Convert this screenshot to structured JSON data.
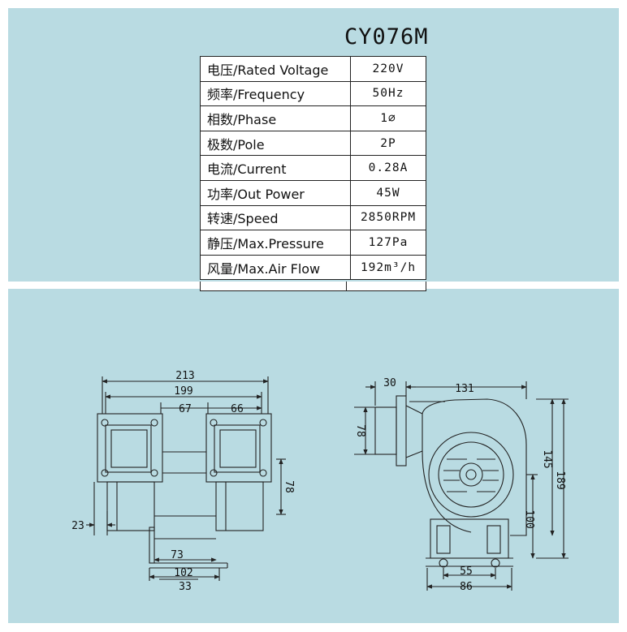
{
  "model": "CY076M",
  "specs": [
    {
      "label": "电压/Rated Voltage",
      "value": "220V"
    },
    {
      "label": "频率/Frequency",
      "value": "50Hz"
    },
    {
      "label": "相数/Phase",
      "value": "1∅"
    },
    {
      "label": "极数/Pole",
      "value": "2P"
    },
    {
      "label": "电流/Current",
      "value": "0.28A"
    },
    {
      "label": "功率/Out Power",
      "value": "45W"
    },
    {
      "label": "转速/Speed",
      "value": "2850RPM"
    },
    {
      "label": "静压/Max.Pressure",
      "value": "127Pa"
    },
    {
      "label": "风量/Max.Air Flow",
      "value": "192m³/h"
    }
  ],
  "dimensions": {
    "front": {
      "overall_width": "213",
      "outer_width": "199",
      "inner_left": "67",
      "inner_right": "66",
      "outlet_height": "78",
      "side_offset": "23",
      "base_width": "73",
      "base_length": "102",
      "foot": "33"
    },
    "side": {
      "inlet_depth": "30",
      "body_width": "131",
      "outlet_height": "78",
      "outlet_top": "145",
      "overall_height": "189",
      "center_height": "100",
      "hole_spacing": "55",
      "base_width": "86"
    }
  },
  "colors": {
    "panel": "#b9dbe2",
    "line": "#222222"
  }
}
